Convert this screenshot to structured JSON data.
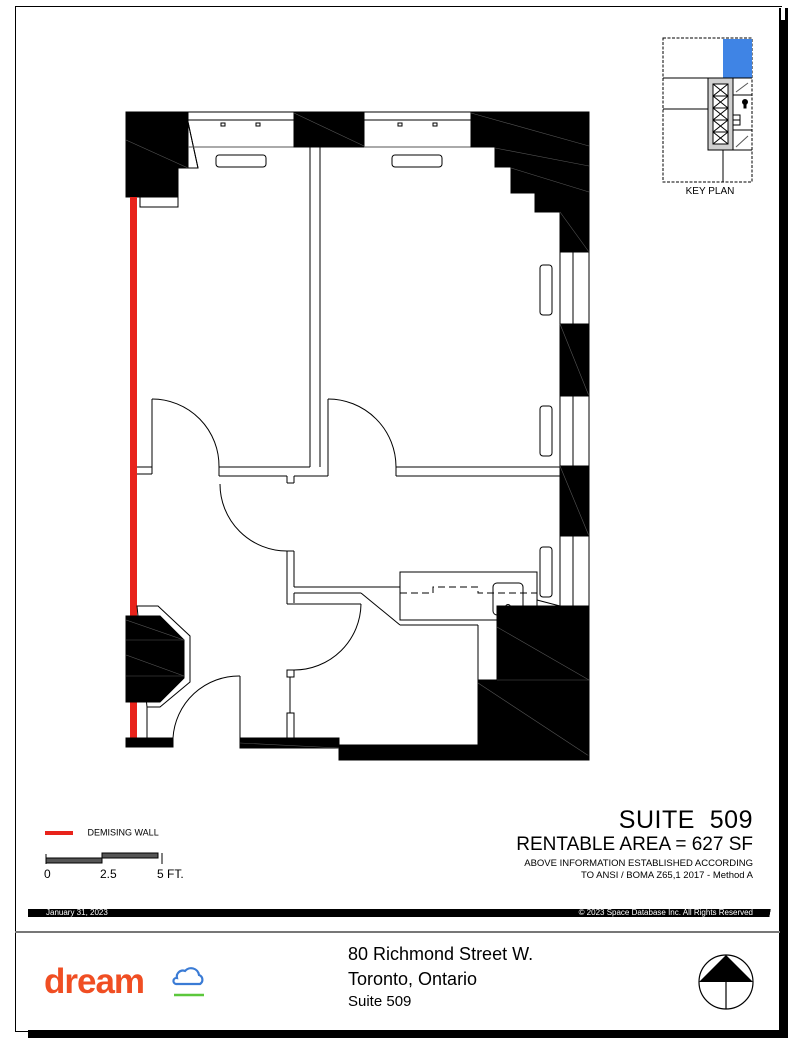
{
  "plan": {
    "suite_title": "SUITE  509",
    "rentable_area": "RENTABLE AREA = 627 SF",
    "basis_line1": "ABOVE INFORMATION ESTABLISHED ACCORDING",
    "basis_line2": "TO ANSI / BOMA Z65,1 2017 - Method A"
  },
  "key_plan": {
    "label": "KEY PLAN",
    "highlight_color": "#3f84e5"
  },
  "legend": {
    "demising_wall_label": "DEMISING WALL",
    "demising_wall_color": "#e8231b",
    "scale": {
      "tick_0": "0",
      "tick_mid": "2.5",
      "tick_end": "5 FT."
    }
  },
  "footer_band": {
    "date": "January 31, 2023",
    "copyright": "© 2023 Space Database Inc. All Rights Reserved"
  },
  "title_block": {
    "logo_text": "dream",
    "logo_color": "#f04e23",
    "address_line1": "80 Richmond Street W.",
    "address_line2": "Toronto, Ontario",
    "suite": "Suite 509",
    "north_arrow": "north-arrow-icon"
  }
}
